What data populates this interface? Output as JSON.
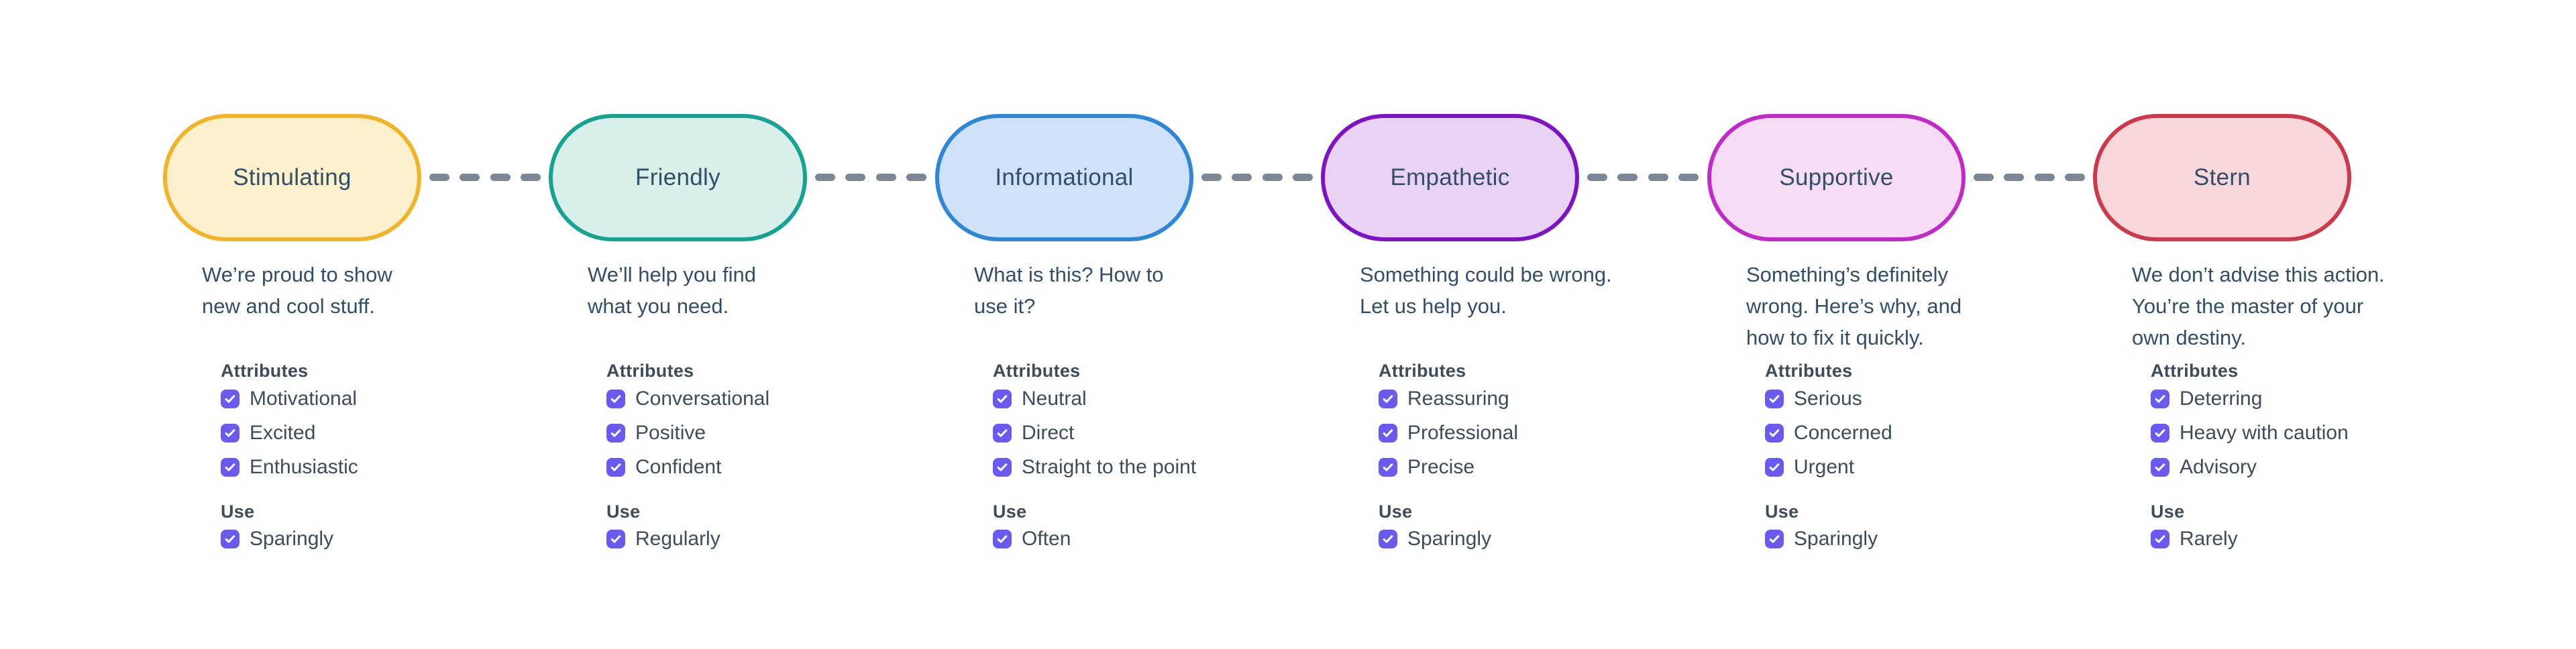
{
  "theme": {
    "background": "#FFFFFF",
    "text_primary": "#334E68",
    "text_secondary": "#3E4C59",
    "checkbox_color": "#6A5AEF",
    "connector_color": "#7B8794",
    "connector_style": "dashed"
  },
  "labels": {
    "attributes_header": "Attributes",
    "use_header": "Use"
  },
  "tones": [
    {
      "title": "Stimulating",
      "pill_fill": "#FCF0CD",
      "pill_border": "#F0B429",
      "description_lines": [
        "We’re proud to show",
        "new and cool stuff."
      ],
      "attributes": [
        "Motivational",
        "Excited",
        "Enthusiastic"
      ],
      "use": "Sparingly"
    },
    {
      "title": "Friendly",
      "pill_fill": "#D9EFEA",
      "pill_border": "#16A392",
      "description_lines": [
        "We’ll help you find",
        "what you need."
      ],
      "attributes": [
        "Conversational",
        "Positive",
        "Confident"
      ],
      "use": "Regularly"
    },
    {
      "title": "Informational",
      "pill_fill": "#CFE2F7",
      "pill_border": "#2E86D6",
      "description_lines": [
        "What is this? How to",
        "use it?"
      ],
      "attributes": [
        "Neutral",
        "Direct",
        "Straight to the point"
      ],
      "use": "Often"
    },
    {
      "title": "Empathetic",
      "pill_fill": "#E8D3F4",
      "pill_border": "#7D14C4",
      "description_lines": [
        "Something could be wrong.",
        "Let us help you."
      ],
      "attributes": [
        "Reassuring",
        "Professional",
        "Precise"
      ],
      "use": "Sparingly"
    },
    {
      "title": "Supportive",
      "pill_fill": "#F7DCF5",
      "pill_border": "#C02BC8",
      "description_lines": [
        "Something’s definitely",
        "wrong. Here’s why, and",
        "how to fix it quickly."
      ],
      "attributes": [
        "Serious",
        "Concerned",
        "Urgent"
      ],
      "use": "Sparingly"
    },
    {
      "title": "Stern",
      "pill_fill": "#F8D8DB",
      "pill_border": "#CC394B",
      "description_lines": [
        "We don’t advise this action.",
        "You’re the master of your",
        "own destiny."
      ],
      "attributes": [
        "Deterring",
        "Heavy with caution",
        "Advisory"
      ],
      "use": "Rarely"
    }
  ]
}
